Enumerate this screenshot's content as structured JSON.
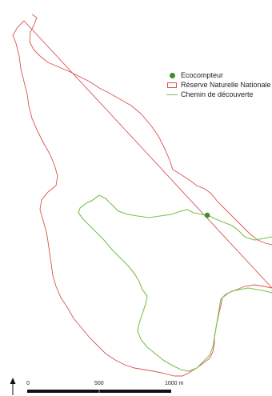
{
  "legend": {
    "items": [
      {
        "label": "Ecocompteur",
        "symbol": "dot",
        "color": "#3e8e2f"
      },
      {
        "label": "Réserve Naturelle Nationale",
        "symbol": "polygon-outline",
        "color": "#d9534f"
      },
      {
        "label": "Chemin de découverte",
        "symbol": "line",
        "color": "#7cc04b"
      }
    ]
  },
  "north_arrow": {
    "icon": "north-arrow-icon"
  },
  "scale_bar": {
    "labels": [
      "0",
      "500",
      "1000 m"
    ]
  },
  "colors": {
    "reserve_outline": "#d9534f",
    "trail": "#7cc04b",
    "counter": "#3e8e2f",
    "scale": "#111111"
  }
}
